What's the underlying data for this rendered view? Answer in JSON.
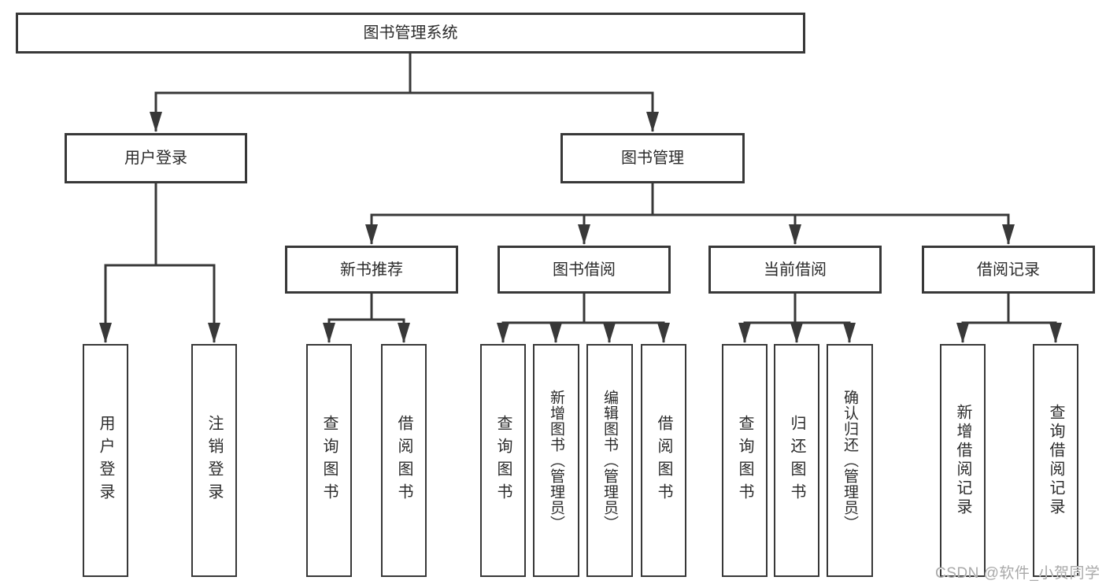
{
  "diagram_title": "图书管理系统",
  "nodes": {
    "root": "图书管理系统",
    "user_login": "用户登录",
    "book_mgmt": "图书管理",
    "new_book_rec": "新书推荐",
    "book_borrow": "图书借阅",
    "current_borrow": "当前借阅",
    "borrow_record": "借阅记录",
    "ul_login": "用户登录",
    "ul_logout": "注销登录",
    "nb_query": "查询图书",
    "nb_borrow": "借阅图书",
    "bb_query": "查询图书",
    "bb_add": "新增图书（管理员）",
    "bb_edit": "编辑图书（管理员）",
    "bb_borrow": "借阅图书",
    "cb_query": "查询图书",
    "cb_return": "归还图书",
    "cb_confirm": "确认归还（管理员）",
    "br_add": "新增借阅记录",
    "br_query": "查询借阅记录"
  },
  "watermark": "CSDN @软件_小贺同学",
  "colors": {
    "line": "#383838",
    "box_border": "#383838",
    "text": "#2b2b2b",
    "watermark": "#a9a9a9",
    "background": "#ffffff"
  }
}
